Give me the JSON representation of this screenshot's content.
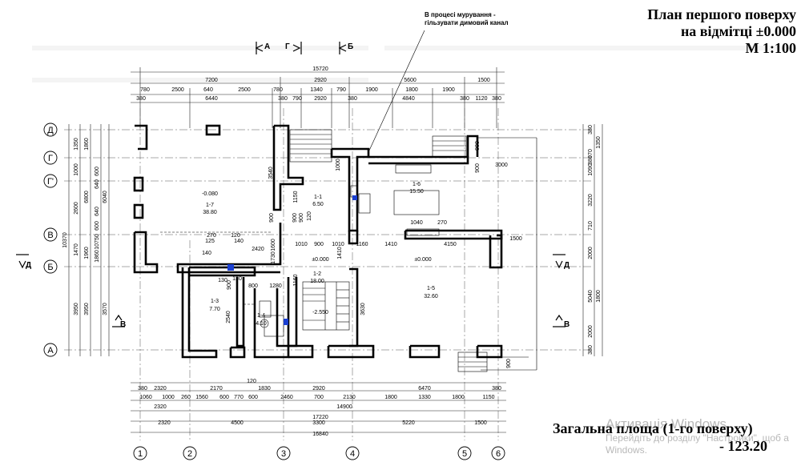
{
  "title": {
    "line1": "План першого поверху",
    "line2": "на відмітці ±0.000",
    "line3": "М 1:100"
  },
  "note": {
    "line1": "В процесі мурування -",
    "line2": "гільзувати димовий канал"
  },
  "area": {
    "label": "Загальна площа (1-го поверху)",
    "value": "- 123.20"
  },
  "watermark": {
    "title": "Активація Windows",
    "line1": "Перейдіть до розділу \"Настройки\", щоб а",
    "line2": "Windows."
  },
  "axes": {
    "rows": [
      "Д",
      "Г",
      "Г'",
      "В",
      "Б",
      "А"
    ],
    "cols": [
      "1",
      "2",
      "3",
      "4",
      "5",
      "6"
    ]
  },
  "sections": {
    "top": [
      "А",
      "Г",
      "Б"
    ],
    "left": [
      "Д",
      "В"
    ],
    "right": [
      "Д",
      "В"
    ]
  },
  "levels": [
    "-0.080",
    "±0.000",
    "±0.000",
    "-2.550"
  ],
  "rooms": [
    {
      "id": "1-7",
      "area": "38.80"
    },
    {
      "id": "1-1",
      "area": "6.50"
    },
    {
      "id": "1-6",
      "area": "15.50"
    },
    {
      "id": "1-2",
      "area": "18.00"
    },
    {
      "id": "1-3",
      "area": "7.70"
    },
    {
      "id": "1-4",
      "area": "4.10"
    },
    {
      "id": "1-5",
      "area": "32.60"
    }
  ],
  "dims_top": {
    "overall": "15720",
    "row1": [
      "7200",
      "2920",
      "5600",
      "1500"
    ],
    "row2": [
      "780",
      "2500",
      "640",
      "2500",
      "780",
      "1340",
      "790",
      "1900",
      "1800",
      "1900"
    ],
    "row3": [
      "380",
      "6440",
      "380",
      "790",
      "2920",
      "380",
      "4840",
      "380",
      "1120",
      "380"
    ]
  },
  "dims_bottom": {
    "row1": [
      "380",
      "2320",
      "2170",
      "120",
      "1830",
      "2920",
      "6470",
      "380"
    ],
    "row2": [
      "1060",
      "1000",
      "260",
      "1560",
      "600",
      "770",
      "600",
      "2460",
      "700",
      "2130",
      "1800",
      "1330",
      "1800",
      "1150"
    ],
    "row3": [
      "2320",
      "14900"
    ],
    "row4": [
      "17220"
    ],
    "row5": [
      "2320",
      "4500",
      "3300",
      "5220",
      "1500"
    ],
    "overall": "16840"
  },
  "dims_left": {
    "outer": "10370",
    "col1": [
      "1350",
      "1000",
      "2600",
      "1470",
      "3950"
    ],
    "col2": [
      "1860",
      "6800",
      "1960",
      "3950"
    ],
    "col3": [
      "600",
      "640",
      "6040",
      "640",
      "600",
      "10750",
      "1860",
      "3570"
    ]
  },
  "dims_right": {
    "outer1": [
      "970",
      "1350",
      "1090",
      "3220",
      "710",
      "2000",
      "5040",
      "2000"
    ],
    "outer2": [
      "1800"
    ],
    "col3": [
      "380",
      "380",
      "380"
    ]
  },
  "dims_inner": [
    "3540",
    "1150",
    "900",
    "900",
    "900",
    "120",
    "1010",
    "900",
    "1010",
    "1160",
    "1410",
    "4150",
    "1040",
    "270",
    "1500",
    "3000",
    "900",
    "1000",
    "2420",
    "1600",
    "1730",
    "140",
    "270",
    "125",
    "120",
    "140",
    "130",
    "800",
    "1280",
    "130",
    "900",
    "2540",
    "1160",
    "3630",
    "1410",
    "900",
    "900"
  ],
  "colors": {
    "line": "#000000",
    "wall": "#000000",
    "dim": "#222222",
    "blue": "#1a3fd1"
  }
}
